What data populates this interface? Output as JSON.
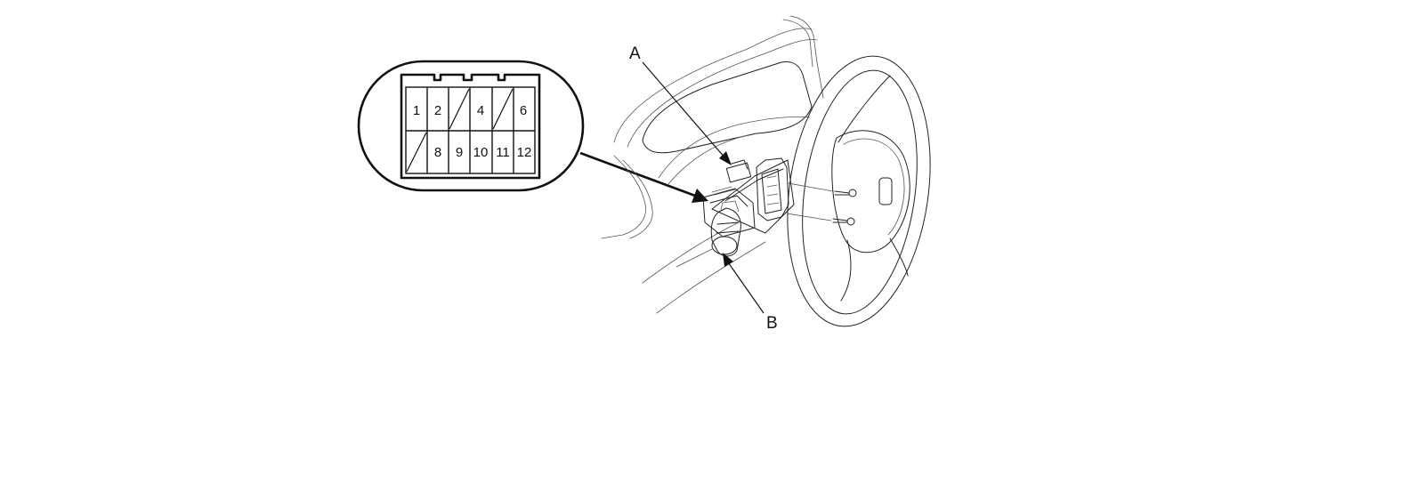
{
  "connector": {
    "top_row": [
      "1",
      "2",
      "",
      "4",
      "",
      "6"
    ],
    "bottom_row": [
      "",
      "8",
      "9",
      "10",
      "11",
      "12"
    ]
  },
  "callouts": {
    "a": "A",
    "b": "B"
  }
}
